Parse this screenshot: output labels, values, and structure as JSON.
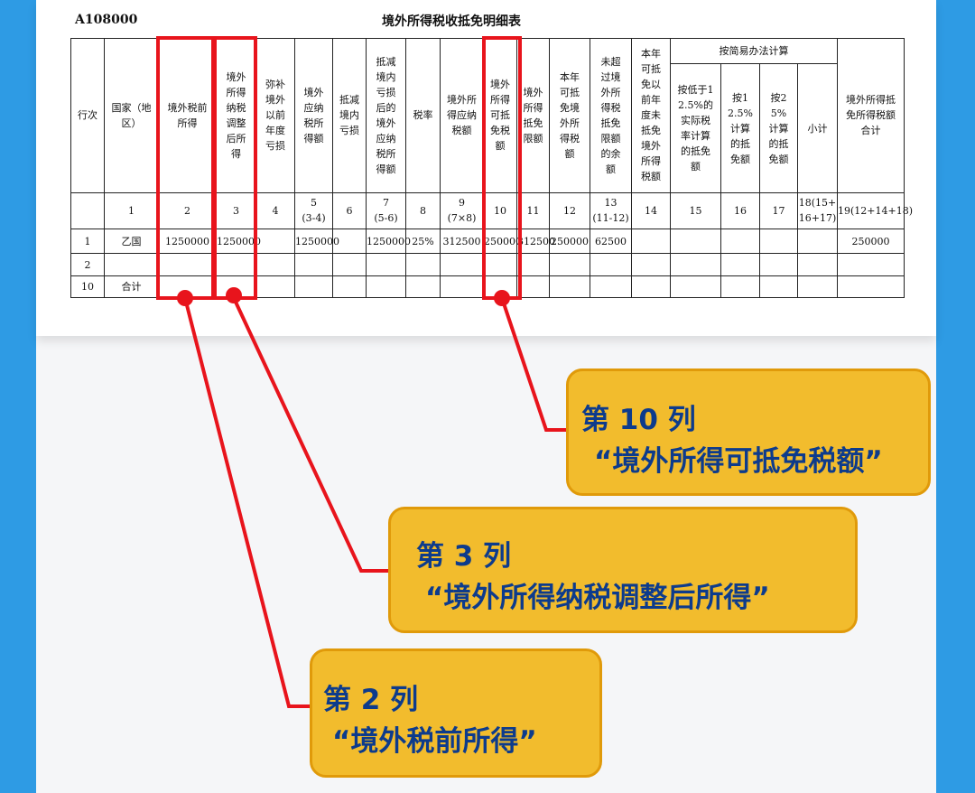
{
  "form": {
    "code": "A108000",
    "title": "境外所得税收抵免明细表"
  },
  "table": {
    "col_headers": {
      "c0": "行次",
      "c1": "国家（地区）",
      "c2": "境外税前所得",
      "c3": "境外所得纳税调整后所得",
      "c4": "弥补境外以前年度亏损",
      "c5": "境外应纳税所得额",
      "c6": "抵减境内亏损",
      "c7": "抵减境内亏损后的境外应纳税所得额",
      "c8": "税率",
      "c9": "境外所得应纳税额",
      "c10": "境外所得可抵免税额",
      "c11": "境外所得抵免限额",
      "c12": "本年可抵免境外所得税额",
      "c13": "未超过境外所得税抵免限额的余额",
      "c14": "本年可抵免以前年度未抵免境外所得税额",
      "simple_group": "按简易办法计算",
      "c15": "按低于12.5%的实际税率计算的抵免额",
      "c16": "按12.5%计算的抵免额",
      "c17": "按25%计算的抵免额",
      "c18": "小计",
      "c19": "境外所得抵免所得税额合计"
    },
    "col_numbers": {
      "n1": "1",
      "n2": "2",
      "n3": "3",
      "n4": "4",
      "n5": "5",
      "n5f": "(3-4)",
      "n6": "6",
      "n7": "7",
      "n7f": "(5-6)",
      "n8": "8",
      "n9": "9",
      "n9f": "(7×8)",
      "n10": "10",
      "n11": "11",
      "n12": "12",
      "n13": "13",
      "n13f": "(11-12)",
      "n14": "14",
      "n15": "15",
      "n16": "16",
      "n17": "17",
      "n18": "18(15+16+17)",
      "n19": "19(12+14+18)"
    },
    "row1": {
      "line": "1",
      "country": "乙国",
      "c2": "1250000",
      "c3": "1250000",
      "c5": "1250000",
      "c7": "1250000",
      "c8": "25%",
      "c9": "312500",
      "c10": "250000",
      "c11": "312500",
      "c12": "250000",
      "c13": "62500",
      "c19": "250000"
    },
    "row2": {
      "line": "2"
    },
    "row3": {
      "line": "10",
      "country": "合计"
    }
  },
  "callouts": {
    "col10": {
      "title": "第 10 列",
      "text": "“境外所得可抵免税额”"
    },
    "col3": {
      "title": "第 3 列",
      "text": "“境外所得纳税调整后所得”"
    },
    "col2": {
      "title": "第 2 列",
      "text": "“境外税前所得”"
    }
  },
  "colors": {
    "background": "#2e9be4",
    "highlight": "#e8141c",
    "callout_fill": "#f2bc2d",
    "callout_text": "#0d3b8c"
  }
}
